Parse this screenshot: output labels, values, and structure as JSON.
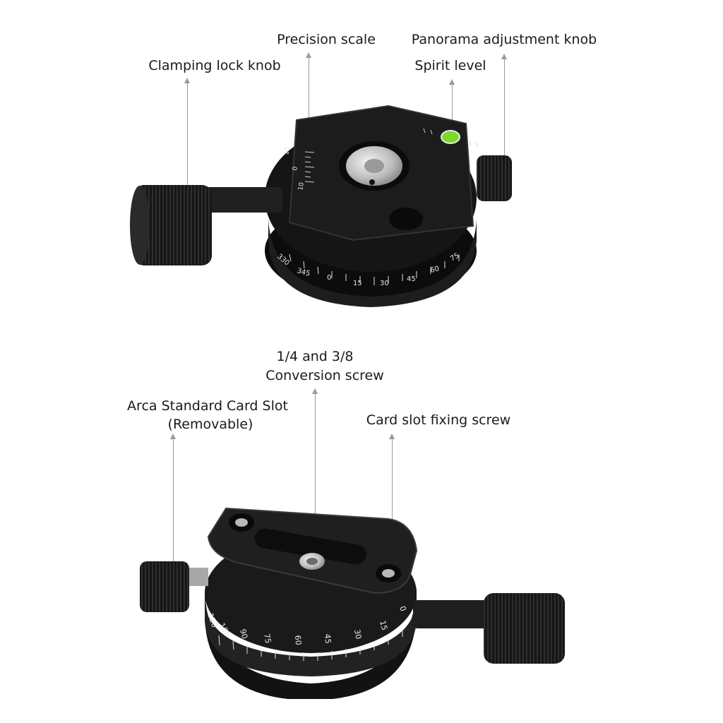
{
  "top_figure": {
    "labels": {
      "clamping_lock_knob": "Clamping lock knob",
      "precision_scale": "Precision scale",
      "panorama_adjustment_knob": "Panorama adjustment knob",
      "spirit_level": "Spirit level"
    },
    "level_scale_ticks": [
      "10",
      "0",
      "10"
    ],
    "dial_numbers": [
      "330",
      "345",
      "0",
      "15",
      "30",
      "45",
      "60",
      "75"
    ]
  },
  "bottom_figure": {
    "labels": {
      "conversion_screw_line1": "1/4 and 3/8",
      "conversion_screw_line2": "Conversion screw",
      "card_slot_line1": "Arca Standard Card Slot",
      "card_slot_line2": "(Removable)",
      "card_slot_fixing_screw": "Card slot fixing screw"
    },
    "dial_numbers": [
      "120",
      "105",
      "90",
      "75",
      "60",
      "45",
      "30",
      "15",
      "0"
    ]
  },
  "colors": {
    "body_black": "#141414",
    "body_dark": "#262626",
    "metal_silver": "#c8c8c8",
    "bubble_green": "#7dd82a",
    "leader_gray": "#9a9a9a"
  }
}
